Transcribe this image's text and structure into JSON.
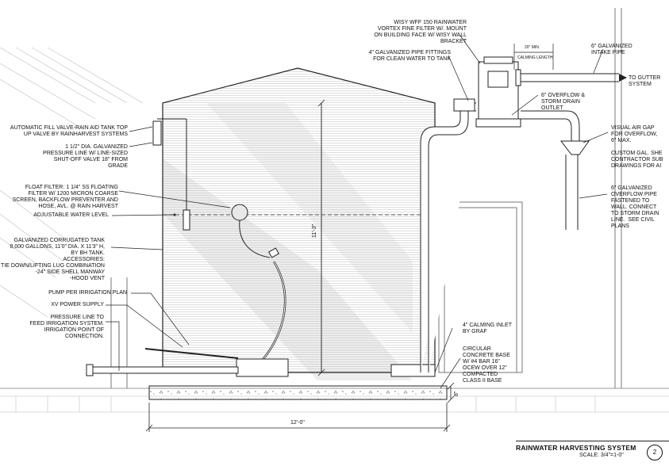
{
  "title_block": {
    "title": "RAINWATER HARVESTING SYSTEM",
    "scale": "SCALE:  3/4\"=1-0\"",
    "sheet_number": "2"
  },
  "dimensions": {
    "tank_height": "11'-3\"",
    "base_width": "12'-0\"",
    "base_depth": "8\"",
    "calming_min": "20\" MIN.",
    "calming_length": "CALMING LENGTH"
  },
  "labels_left": {
    "auto_fill": "AUTOMATIC FILL VALVE-RAIN AID TANK TOP\nUP VALVE BY RAINHARVEST SYSTEMS",
    "pressure_line": "1 1/2\" DIA. GALVANIZED\nPRESSURE LINE W/ LINE-SIZED\nSHUT-OFF VALVE 18\" FROM\nGRADE",
    "float_filter": "FLOAT FILTER: 1 1/4\" SS FLOATING\nFILTER W/ 1200 MICRON COARSE\nSCREEN, BACKFLOW PREVENTER AND\nHOSE, AVL. @ RAIN HARVEST",
    "water_level": "ADJUSTABLE WATER LEVEL",
    "tank": "GALVANIZED CORRUGATED TANK\n8,000 GALLONS, 11'0\" DIA. X 11'3\" H,\nBY BH TANK.\nACCESSORIES:\n-LAND TIE DOWN/LIFTING LUG COMBINATION\n-24\" SIDE SHELL MANWAY\n-HOOD VENT",
    "pump": "PUMP PER IRRIGATION PLAN",
    "power": "XV POWER SUPPLY",
    "feed_line": "PRESSURE LINE TO\nFEED IRRIGATION SYSTEM.\nIRRIGATION POINT OF\nCONNECTION."
  },
  "labels_right": {
    "vortex_filter": "WISY WFF 150 RAINWATER\nVORTEX FINE FILTER W/. MOUNT\nON BUILDING FACE W/ WISY WALL\nBRACKET",
    "pipe_fittings": "4\" GALVANIZED PIPE FITTINGS\nFOR CLEAN WATER TO TANK",
    "intake_pipe": "6\" GALVANIZED\nINTAKE PIPE",
    "to_gutter": "TO GUTTER\nSYSTEM",
    "overflow_outlet": "6\" OVERFLOW &\nSTORM DRAIN\nOUTLET",
    "air_gap": "VISUAL AIR GAP\nFOR OVERFLOW,\n6\" MAX.",
    "custom_gal": "CUSTOM GAL. SHE\nCONTRACTOR SUB\nDRAWINGS FOR AI",
    "overflow_pipe": "6\" GALVANIZED\nOVERFLOW PIPE\nFASTENED TO\nWALL. CONNECT\nTO STORM DRAIN\nLINE.  SEE CIVIL\nPLANS",
    "calming_inlet": "4\" CALMING INLET\nBY GRAF",
    "concrete_base": "CIRCULAR\nCONCRETE BASE\nW/ #4 BAR 16\"\nOCEW OVER 12\"\nCOMPACTED\nCLASS II BASE"
  }
}
